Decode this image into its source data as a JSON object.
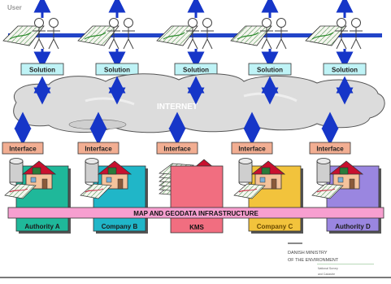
{
  "user_label": "User",
  "internet_label": "INTERNET",
  "solution_label": "Solution",
  "interface_label": "Interface",
  "infrastructure_label": "MAP AND GEODATA INFRASTRUCTURE",
  "kms_label": "KMS",
  "organisations": [
    {
      "label": "Authority",
      "suffix": "A",
      "color": "#1fb89a"
    },
    {
      "label": "Company",
      "suffix": "B",
      "color": "#20b6c8"
    },
    {
      "label": "Company",
      "suffix": "C",
      "color": "#f2c33c"
    },
    {
      "label": "Authority",
      "suffix": "D",
      "color": "#9a86e0"
    }
  ],
  "ministry": {
    "line1": "DANISH MINISTRY",
    "line2": "OF THE ENVIRONMENT",
    "line3": "National Survey",
    "line4": "and Cadastre"
  },
  "colors": {
    "arrow": "#1636c8",
    "solution_fill": "#bff3f6",
    "interface_fill": "#f2ae92",
    "infrastructure_fill": "#f79fd0",
    "kms_fill": "#f16e80",
    "cloud_fill": "#dcdcdc",
    "user_bar": "#2244c8"
  }
}
